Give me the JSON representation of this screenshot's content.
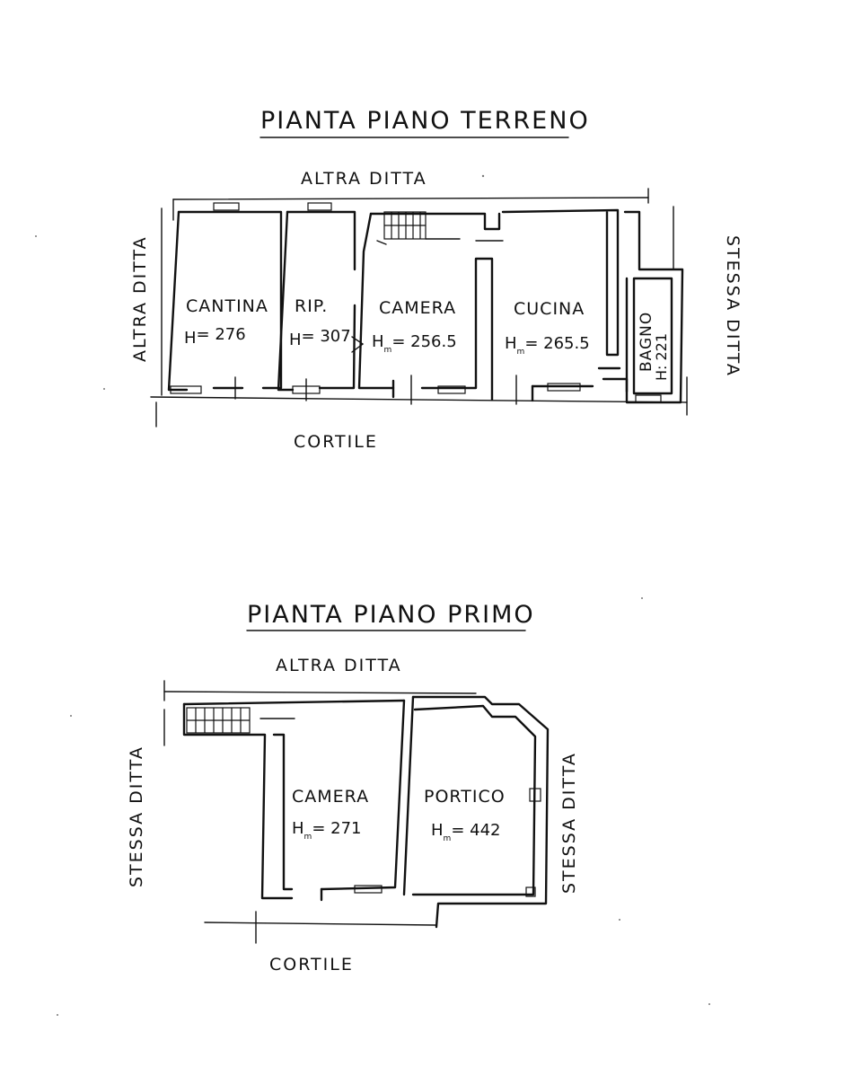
{
  "ground_floor": {
    "title": "PIANTA PIANO TERRENO",
    "north": "ALTRA DITTA",
    "west": "ALTRA DITTA",
    "east": "STESSA DITTA",
    "south": "CORTILE",
    "rooms": {
      "cantina": {
        "name": "CANTINA",
        "h_prefix": "H",
        "h_sub": "",
        "h_value": "= 276"
      },
      "rip": {
        "name": "RIP.",
        "h_prefix": "H",
        "h_sub": "",
        "h_value": "= 307"
      },
      "camera": {
        "name": "CAMERA",
        "h_prefix": "H",
        "h_sub": "m",
        "h_value": "= 256.5"
      },
      "cucina": {
        "name": "CUCINA",
        "h_prefix": "H",
        "h_sub": "m",
        "h_value": "= 265.5"
      },
      "bagno": {
        "name": "BAGNO",
        "h_label": "H: 221"
      }
    }
  },
  "first_floor": {
    "title": "PIANTA PIANO PRIMO",
    "north": "ALTRA DITTA",
    "west": "STESSA DITTA",
    "east": "STESSA DITTA",
    "south": "CORTILE",
    "rooms": {
      "camera": {
        "name": "CAMERA",
        "h_prefix": "H",
        "h_sub": "m",
        "h_value": "= 271"
      },
      "portico": {
        "name": "PORTICO",
        "h_prefix": "H",
        "h_sub": "m",
        "h_value": "= 442"
      }
    }
  }
}
